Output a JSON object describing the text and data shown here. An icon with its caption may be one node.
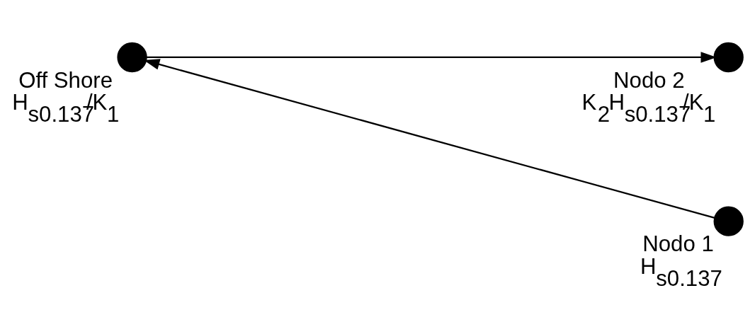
{
  "diagram": {
    "nodes": [
      {
        "text": [],
        "shape": "circle",
        "beside": [
          "Off Shore",
          "H$_{s0.137}$/K$_{1}$"
        ]
      },
      {
        "text": [],
        "shape": "circle",
        "beside": [
          "Nodo 1",
          "H$_{s0.137}$"
        ]
      },
      {
        "text": [],
        "shape": "circle",
        "beside": [
          "Nodo 2",
          "K$_{2}$H$_{s0.137}$/K$_{1}$"
        ]
      }
    ],
    "edges": [
      {
        "from": 1,
        "to": 0,
        "arrow": "to"
      },
      {
        "from": 0,
        "to": 2,
        "arrow": "to"
      }
    ]
  }
}
